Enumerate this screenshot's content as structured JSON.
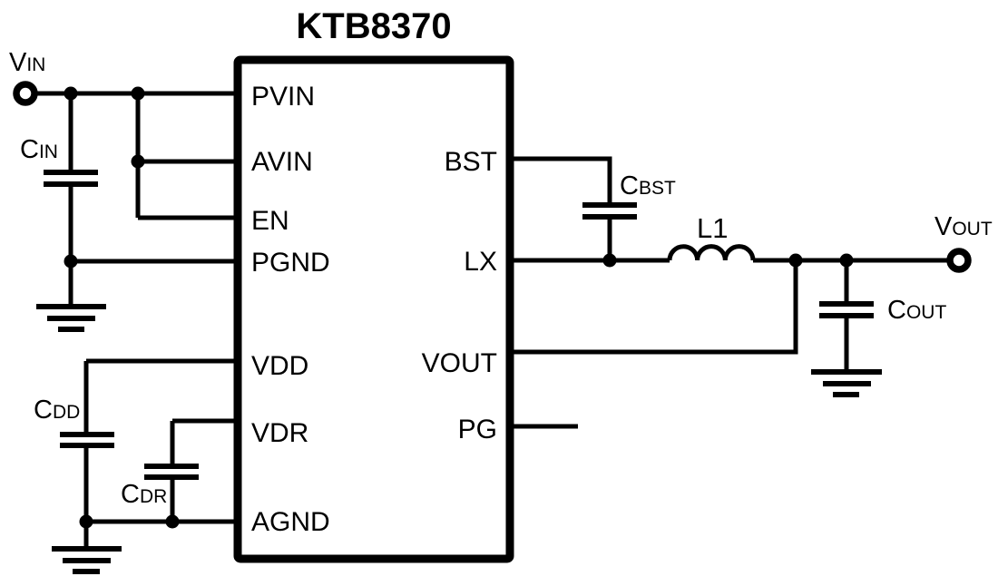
{
  "title": "KTB8370",
  "chip": {
    "left_pins": [
      {
        "label": "PVIN"
      },
      {
        "label": "AVIN"
      },
      {
        "label": "EN"
      },
      {
        "label": "PGND"
      },
      {
        "label": "VDD"
      },
      {
        "label": "VDR"
      },
      {
        "label": "AGND"
      }
    ],
    "right_pins": [
      {
        "label": "BST"
      },
      {
        "label": "LX"
      },
      {
        "label": "VOUT"
      },
      {
        "label": "PG"
      }
    ]
  },
  "terminals": {
    "vin": {
      "main": "V",
      "sub": "IN"
    },
    "vout": {
      "main": "V",
      "sub": "OUT"
    }
  },
  "components": {
    "cin": {
      "main": "C",
      "sub": "IN"
    },
    "cbst": {
      "main": "C",
      "sub": "BST"
    },
    "l1": {
      "label": "L1"
    },
    "cout": {
      "main": "C",
      "sub": "OUT"
    },
    "cdd": {
      "main": "C",
      "sub": "DD"
    },
    "cdr": {
      "main": "C",
      "sub": "DR"
    }
  },
  "colors": {
    "line": "#000000",
    "background": "#ffffff"
  }
}
